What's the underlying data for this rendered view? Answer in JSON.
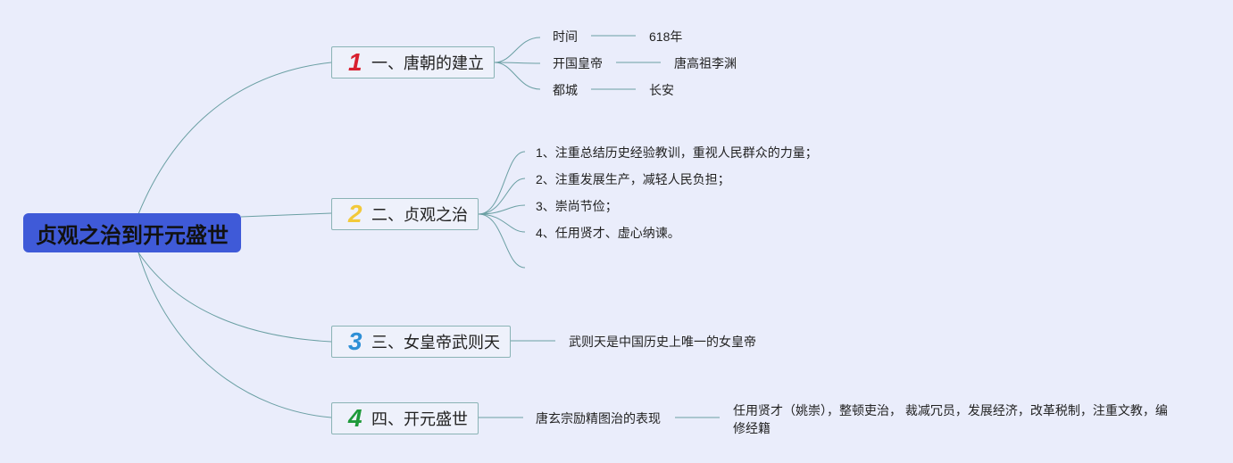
{
  "root": {
    "title": "贞观之治到开元盛世"
  },
  "branches": [
    {
      "number": "1",
      "number_color": "#d8202f",
      "title": "一、唐朝的建立",
      "items": [
        {
          "label": "时间",
          "value": "618年"
        },
        {
          "label": "开国皇帝",
          "value": "唐高祖李渊"
        },
        {
          "label": "都城",
          "value": "长安"
        }
      ]
    },
    {
      "number": "2",
      "number_color": "#f2c93a",
      "title": "二、贞观之治",
      "items": [
        "1、注重总结历史经验教训，重视人民群众的力量；",
        "2、注重发展生产，减轻人民负担；",
        "3、崇尚节俭；",
        "4、任用贤才、虚心纳谏。"
      ]
    },
    {
      "number": "3",
      "number_color": "#2e8fd6",
      "title": "三、女皇帝武则天",
      "item": "武则天是中国历史上唯一的女皇帝"
    },
    {
      "number": "4",
      "number_color": "#1e9a3a",
      "title": "四、开元盛世",
      "item": "唐玄宗励精图治的表现",
      "detail": "任用贤才（姚崇），整顿吏治， 裁减冗员，发展经济，改革税制，注重文教，编修经籍"
    }
  ],
  "colors": {
    "root_bg": "#3f5ad8",
    "line": "#6a9fa3",
    "background": "#eaedfb"
  }
}
